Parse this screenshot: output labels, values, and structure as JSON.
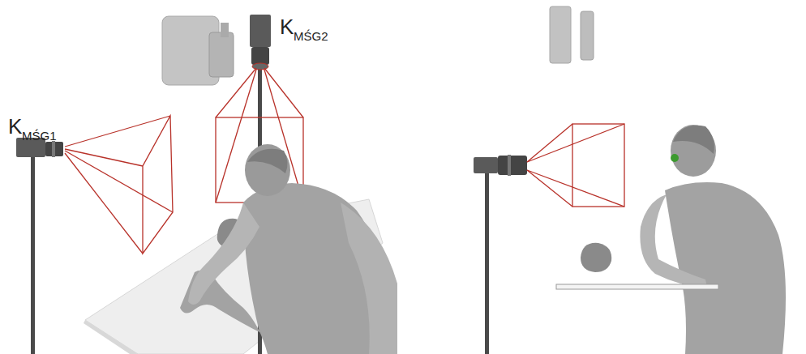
{
  "diagram": {
    "labels": [
      "K",
      "MŚG2",
      "K",
      "MŚG1"
    ]
  }
}
